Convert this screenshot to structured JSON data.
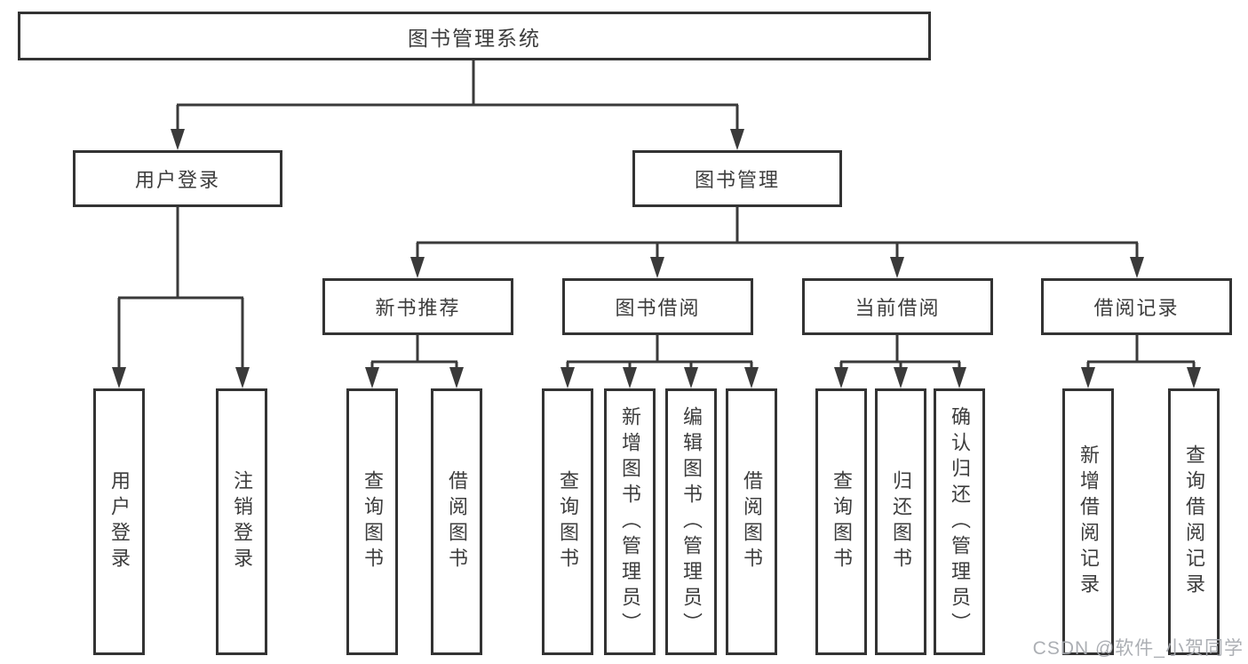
{
  "nodes": {
    "root": {
      "label": "图书管理系统"
    },
    "level2": [
      {
        "id": "user-login",
        "label": "用户登录"
      },
      {
        "id": "book-management",
        "label": "图书管理"
      }
    ],
    "level3": [
      {
        "id": "new-book-recommend",
        "label": "新书推荐",
        "parent": "图书管理"
      },
      {
        "id": "book-borrow",
        "label": "图书借阅",
        "parent": "图书管理"
      },
      {
        "id": "current-borrow",
        "label": "当前借阅",
        "parent": "图书管理"
      },
      {
        "id": "borrow-record",
        "label": "借阅记录",
        "parent": "图书管理"
      }
    ],
    "leaves": [
      {
        "label": "用户登录",
        "parent": "用户登录"
      },
      {
        "label": "注销登录",
        "parent": "用户登录"
      },
      {
        "label": "查询图书",
        "parent": "新书推荐"
      },
      {
        "label": "借阅图书",
        "parent": "新书推荐"
      },
      {
        "label": "查询图书",
        "parent": "图书借阅"
      },
      {
        "label": "新增图书（管理员）",
        "parent": "图书借阅"
      },
      {
        "label": "编辑图书（管理员）",
        "parent": "图书借阅"
      },
      {
        "label": "借阅图书",
        "parent": "图书借阅"
      },
      {
        "label": "查询图书",
        "parent": "当前借阅"
      },
      {
        "label": "归还图书",
        "parent": "当前借阅"
      },
      {
        "label": "确认归还（管理员）",
        "parent": "当前借阅"
      },
      {
        "label": "新增借阅记录",
        "parent": "借阅记录"
      },
      {
        "label": "查询借阅记录",
        "parent": "借阅记录"
      }
    ]
  },
  "watermark": "CSDN @软件_小贺同学",
  "colors": {
    "line": "#3a3a3a",
    "box_border": "#333333",
    "text": "#3d3d3d",
    "watermark": "#a8abb0",
    "background": "#ffffff"
  }
}
